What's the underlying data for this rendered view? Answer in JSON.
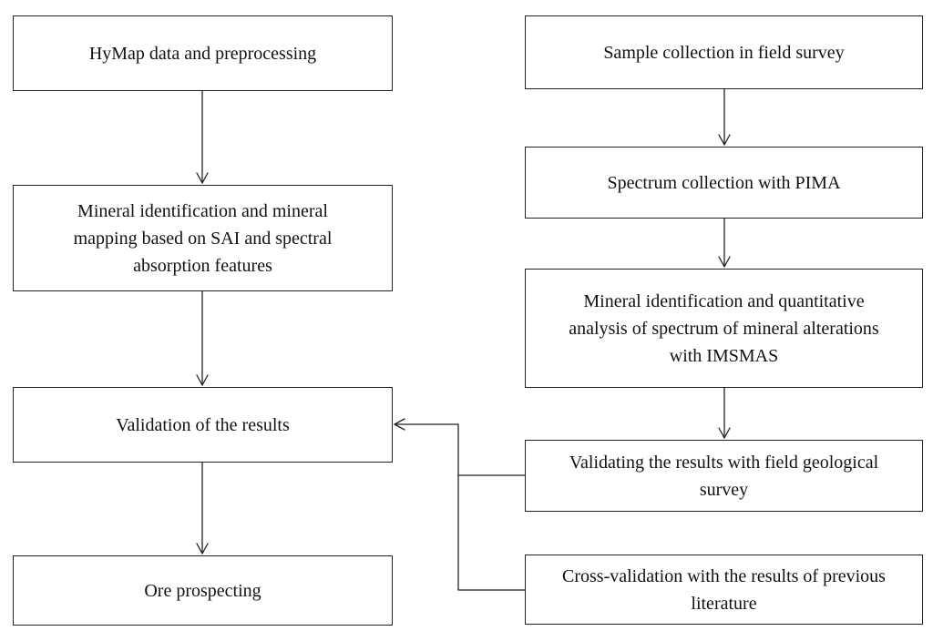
{
  "left_column": {
    "hymap": "HyMap data and preprocessing",
    "mineral_mapping": "Mineral  identification  and  mineral\nmapping based on SAI and spectral\nabsorption features",
    "validation": "Validation  of the results",
    "ore": "Ore prospecting"
  },
  "right_column": {
    "sample": "Sample collection in field survey",
    "spectrum": "Spectrum collection with  PIMA",
    "quantitative": "Mineral  identification  and  quantitative\nanalysis  of spectrum of mineral  alterations\nwith  IMSMAS",
    "field_validation": "Validating  the results with  field  geological\nsurvey",
    "cross_validation": "Cross-validation with the results of previous\nliterature"
  },
  "colors": {
    "line": "#222222",
    "text": "#111111",
    "background": "#ffffff"
  }
}
